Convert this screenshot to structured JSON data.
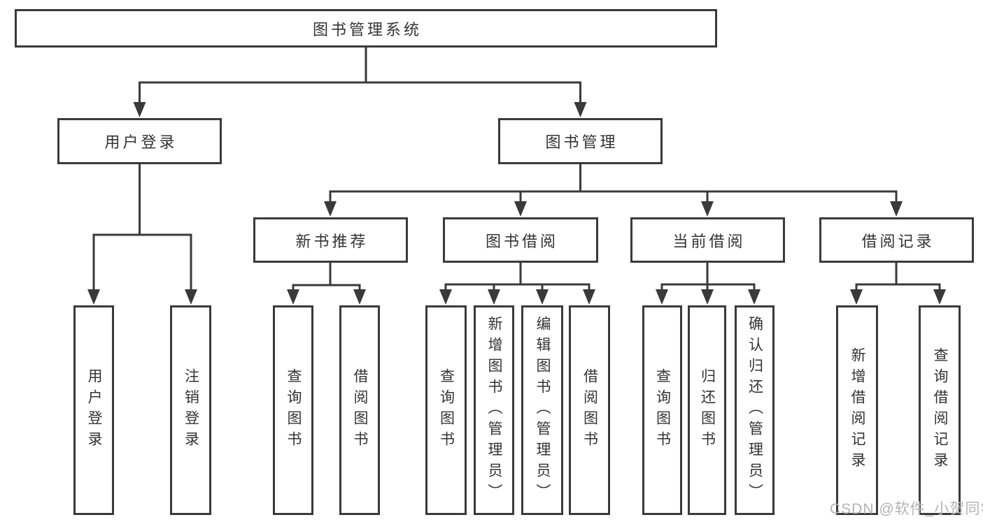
{
  "diagram": {
    "root": {
      "label": "图书管理系统"
    },
    "branches": [
      {
        "label": "用户登录",
        "leaves": [
          "用户登录",
          "注销登录"
        ]
      },
      {
        "label": "图书管理",
        "groups": [
          {
            "label": "新书推荐",
            "leaves": [
              "查询图书",
              "借阅图书"
            ]
          },
          {
            "label": "图书借阅",
            "leaves": [
              "查询图书",
              "新增图书（管理员）",
              "编辑图书（管理员）",
              "借阅图书"
            ]
          },
          {
            "label": "当前借阅",
            "leaves": [
              "查询图书",
              "归还图书",
              "确认归还（管理员）"
            ]
          },
          {
            "label": "借阅记录",
            "leaves": [
              "新增借阅记录",
              "查询借阅记录"
            ]
          }
        ]
      }
    ]
  },
  "watermark": "CSDN @软件_小贺同学",
  "colors": {
    "line": "#3a3a3a",
    "text": "#333333",
    "background": "#ffffff",
    "watermark": "#b3b3b3"
  }
}
